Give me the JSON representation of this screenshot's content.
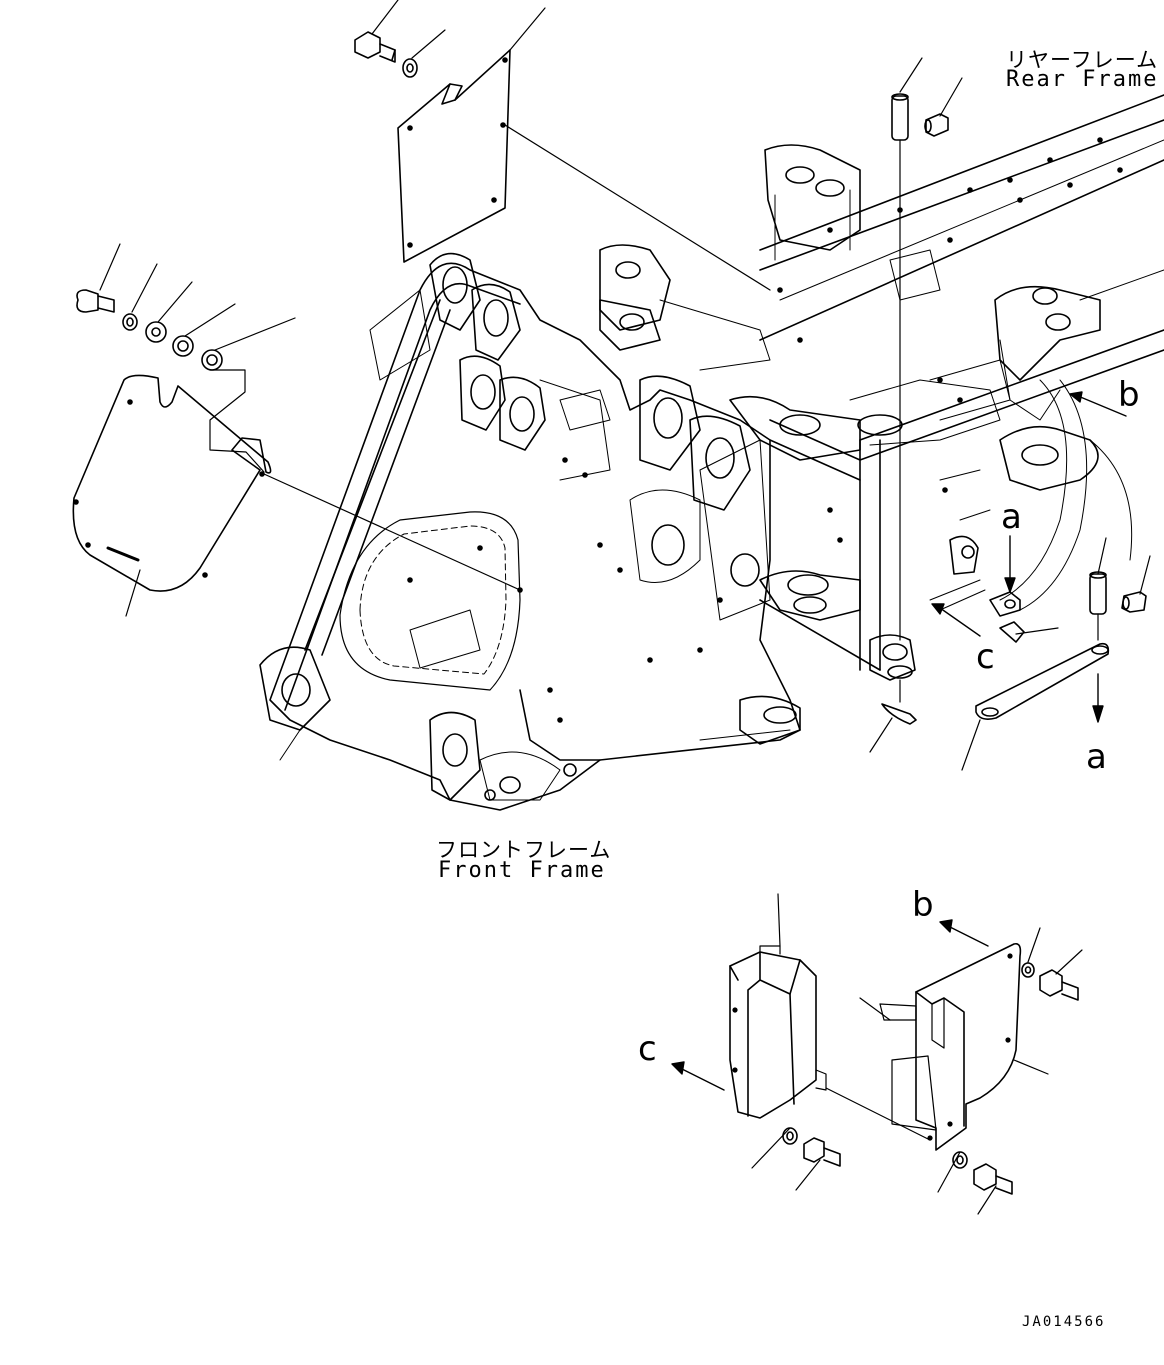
{
  "labels": {
    "rear_frame_jp": "リヤーフレーム",
    "rear_frame_en": "Rear Frame",
    "front_frame_jp": "フロントフレーム",
    "front_frame_en": "Front Frame",
    "drawing_code": "JA014566"
  },
  "view_markers": {
    "a_top": "a",
    "a_bottom": "a",
    "b_right": "b",
    "b_bottom": "b",
    "c_mid": "c",
    "c_bottom": "c"
  }
}
